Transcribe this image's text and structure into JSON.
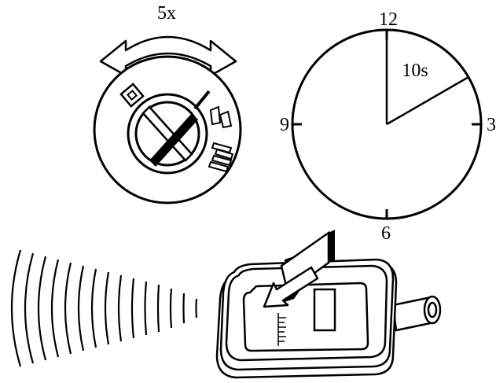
{
  "dial": {
    "repeat_label": "5x"
  },
  "clock": {
    "label_12": "12",
    "label_3": "3",
    "label_6": "6",
    "label_9": "9",
    "duration_label": "10s",
    "duration_seconds": 10
  },
  "colors": {
    "ink": "#000000",
    "paper": "#ffffff"
  }
}
